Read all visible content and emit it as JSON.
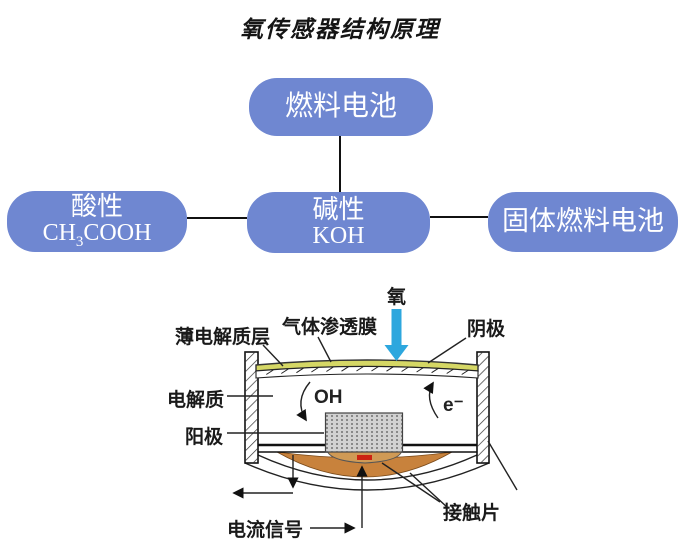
{
  "title": "氧传感器结构原理",
  "flowchart": {
    "root_label": "燃料电池",
    "left_box": {
      "line1": "酸性",
      "formula_pre": "CH",
      "formula_sub": "3",
      "formula_post": "COOH"
    },
    "middle_box": {
      "line1": "碱性",
      "line2": "KOH"
    },
    "right_box": {
      "label": "固体燃料电池"
    }
  },
  "diagram": {
    "oxygen_label": "氧",
    "thin_electrolyte_label": "薄电解质层",
    "membrane_label": "气体渗透膜",
    "cathode_label": "阴极",
    "electrolyte_label": "电解质",
    "anode_label": "阳极",
    "hydroxide_label": "OH",
    "electron_label": "e⁻",
    "contact_label": "接触片",
    "current_label": "电流信号"
  },
  "colors": {
    "flow_box_blue": "#6f87d1",
    "oxygen_arrow_blue": "#2da7de",
    "membrane_yellow": "#d5d765",
    "contact_strip_orange": "#c8823c",
    "contact_red": "#cc2211",
    "anode_gray": "#d2d2d2"
  }
}
